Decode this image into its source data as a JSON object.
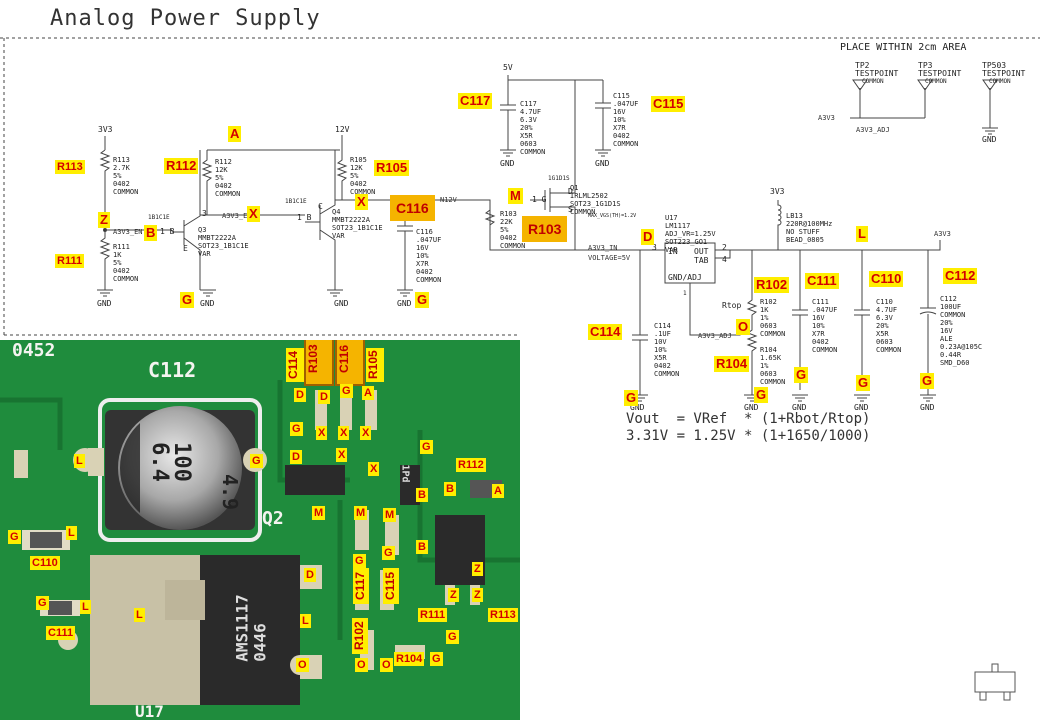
{
  "title": "Analog Power Supply",
  "place_note": "PLACE WITHIN 2cm AREA",
  "testpoints": [
    {
      "ref": "TP2",
      "desc": "TESTPOINT",
      "note": "COMMON"
    },
    {
      "ref": "TP3",
      "desc": "TESTPOINT",
      "note": "COMMON"
    },
    {
      "ref": "TP503",
      "desc": "TESTPOINT",
      "note": "COMMON"
    }
  ],
  "nets": {
    "a3v3": "A3V3",
    "a3v3_adj": "A3V3_ADJ",
    "a3v3_adj2": "A3V3_ADJ",
    "a3v3_en": "A3V3_EN",
    "a3v3_en2": "A3V3_EN",
    "a3v3_in": "A3V3_IN",
    "voltage": "VOLTAGE=5V",
    "n12v": "N12V",
    "v3v3": "3V3",
    "v3v3b": "3V3",
    "v12": "12V",
    "v5": "5V",
    "gnd": "GND"
  },
  "components": {
    "r113": "R113\n2.7K\n5%\n0402\nCOMMON",
    "r111": "R111\n1K\n5%\n0402\nCOMMON",
    "r112": "R112\n12K\n5%\n0402\nCOMMON",
    "r105": "R105\n12K\n5%\n0402\nCOMMON",
    "q3": "Q3\nMMBT2222A\nSOT23_1B1C1E\nVAR",
    "q4": "Q4\nMMBT2222A\nSOT23_1B1C1E\nVAR",
    "c116": "C116\n.047UF\n16V\n10%\nX7R\n0402\nCOMMON",
    "c117": "C117\n4.7UF\n6.3V\n20%\nX5R\n0603\nCOMMON",
    "c115": "C115\n.047UF\n16V\n10%\nX7R\n0402\nCOMMON",
    "q1": "Q1\nIRLML2502\nSOT23_1G1D1S\nCOMMON",
    "r103": "R103\n22K\n5%\n0402\nCOMMON",
    "u17": "U17\nLM1117\nADJ_VR=1.25V\nSOT223_GO1\nVAR",
    "lb13": "LB13\n220R@100MHz\nNO STUFF\nBEAD_0805",
    "c114": "C114\n.1UF\n10V\n10%\nX5R\n0402\nCOMMON",
    "r102": "R102\n1K\n1%\n0603\nCOMMON",
    "r104": "R104\n1.65K\n1%\n0603\nCOMMON",
    "c111": "C111\n.047UF\n16V\n10%\nX7R\n0402\nCOMMON",
    "c110": "C110\n4.7UF\n6.3V\n20%\nX5R\n0603\nCOMMON",
    "c112": "C112\n100UF\nCOMMON\n20%\n16V\nALE\n0.23A@105C\n0.44R\nSMD_D60"
  },
  "pins": {
    "b": "1 B",
    "b2": "1 B",
    "c": "C",
    "e": "E",
    "c3": "3",
    "c4": "3",
    "g": "1 G",
    "s": "S",
    "d": "D",
    "in": "IN",
    "out": "OUT",
    "tab": "TAB",
    "gndadj": "GND/ADJ",
    "p3": "3",
    "p2": "2",
    "p4": "4",
    "p1": "1"
  },
  "misc": {
    "rtop": "Rtop",
    "q1tag": "1G1D1S",
    "q1tag2": "MAX_VGS(TH)=1.2V",
    "q3tag": "1B1C1E",
    "q4tag": "1B1C1E"
  },
  "formula": {
    "line1": "Vout  = VRef  * (1+Rbot/Rtop)",
    "line2": "3.31V = 1.25V * (1+1650/1000)"
  },
  "tags": {
    "a": "A",
    "r112": "R112",
    "r105": "R105",
    "x1": "X",
    "x2": "X",
    "r113": "R113",
    "z": "Z",
    "b": "B",
    "r111": "R111",
    "g1": "G",
    "g2": "G",
    "c116": "C116",
    "c117": "C117",
    "c115": "C115",
    "m": "M",
    "r103": "R103",
    "d": "D",
    "l": "L",
    "r102": "R102",
    "c111": "C111",
    "c110": "C110",
    "c112": "C112",
    "c114": "C114",
    "o": "O",
    "r104": "R104",
    "g3": "G",
    "g4": "G",
    "g5": "G",
    "g6": "G"
  },
  "photo": {
    "silk_c112": "C112",
    "silk_0452": "0452",
    "silk_q2": "Q2",
    "silk_u17": "U17",
    "cap_text": "100\n6.4",
    "cap_text2": "4.9",
    "reg_text": "AMS1117\n0446",
    "q_text": "1Pd",
    "tags": {
      "c114": "C114",
      "r103": "R103",
      "c116": "C116",
      "r105": "R105",
      "d1": "D",
      "d2": "D",
      "g1": "G",
      "a1": "A",
      "g2": "G",
      "x1": "X",
      "x2": "X",
      "x3": "X",
      "g3": "G",
      "d3": "D",
      "x4": "X",
      "x5": "X",
      "r112": "R112",
      "l1": "L",
      "g4": "G",
      "b1": "B",
      "b2": "B",
      "a2": "A",
      "m1": "M",
      "m2": "M",
      "m3": "M",
      "g5": "G",
      "l2": "L",
      "c110": "C110",
      "g6": "G",
      "b3": "B",
      "d4": "D",
      "c117": "C117",
      "c115": "C115",
      "g7": "G",
      "z1": "Z",
      "z2": "Z",
      "g8": "G",
      "l3": "L",
      "c111": "C111",
      "l4": "L",
      "r111": "R111",
      "r113": "R113",
      "g9": "G",
      "r102": "R102",
      "o1": "O",
      "o2": "O",
      "r104": "R104",
      "g10": "G",
      "o3": "O"
    }
  }
}
